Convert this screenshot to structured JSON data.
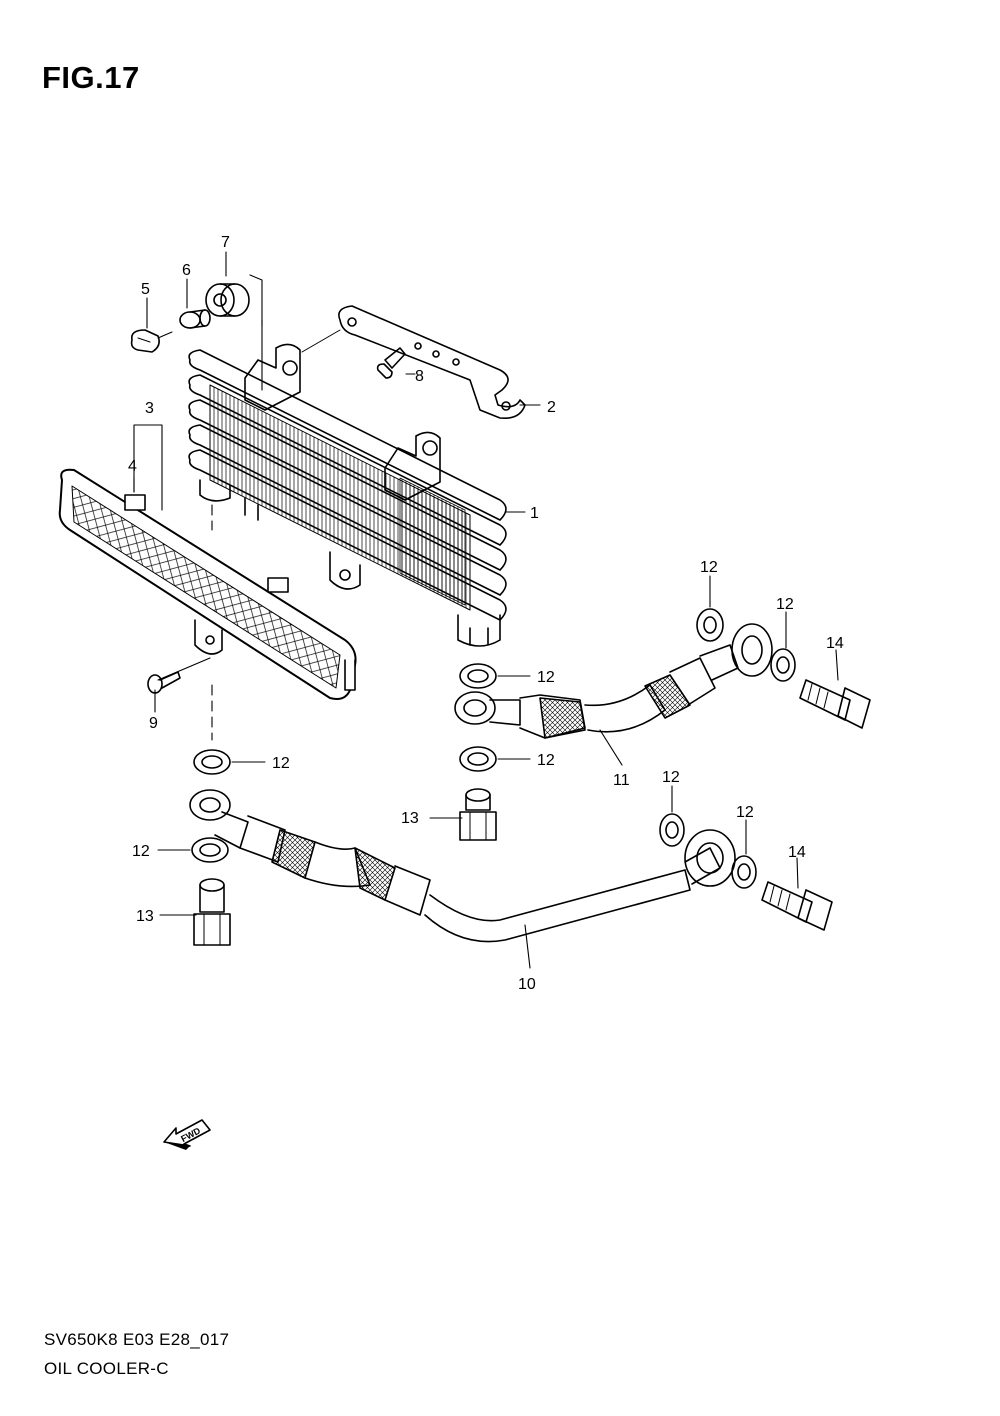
{
  "figure": {
    "title": "FIG.17",
    "code": "SV650K8 E03 E28_017",
    "name": "OIL COOLER-C",
    "fwd_label": "FWD"
  },
  "callouts": [
    {
      "id": "c1",
      "text": "1"
    },
    {
      "id": "c2",
      "text": "2"
    },
    {
      "id": "c3",
      "text": "3"
    },
    {
      "id": "c4",
      "text": "4"
    },
    {
      "id": "c5",
      "text": "5"
    },
    {
      "id": "c6",
      "text": "6"
    },
    {
      "id": "c7",
      "text": "7"
    },
    {
      "id": "c8",
      "text": "8"
    },
    {
      "id": "c9",
      "text": "9"
    },
    {
      "id": "c10",
      "text": "10"
    },
    {
      "id": "c11",
      "text": "11"
    },
    {
      "id": "c12a",
      "text": "12"
    },
    {
      "id": "c12b",
      "text": "12"
    },
    {
      "id": "c12c",
      "text": "12"
    },
    {
      "id": "c12d",
      "text": "12"
    },
    {
      "id": "c12e",
      "text": "12"
    },
    {
      "id": "c12f",
      "text": "12"
    },
    {
      "id": "c12g",
      "text": "12"
    },
    {
      "id": "c12h",
      "text": "12"
    },
    {
      "id": "c13a",
      "text": "13"
    },
    {
      "id": "c13b",
      "text": "13"
    },
    {
      "id": "c14a",
      "text": "14"
    },
    {
      "id": "c14b",
      "text": "14"
    }
  ]
}
